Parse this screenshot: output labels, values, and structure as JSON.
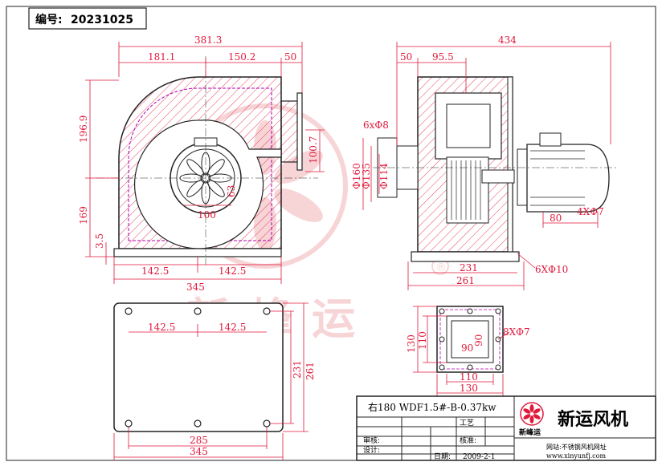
{
  "drawing_number": {
    "label": "编号:",
    "value": "20231025"
  },
  "side_view": {
    "dims": {
      "overall_width": "381.3",
      "inlet_left": "181.1",
      "inlet_right": "150.2",
      "flange": "50",
      "height_top": "196.9",
      "height_bottom": "169",
      "base_thickness": "3.5",
      "outlet_offset": "100.7",
      "motor_hub": "100",
      "hub_radius": "63",
      "base_half_left": "142.5",
      "base_half_right": "142.5",
      "base_width": "345"
    }
  },
  "front_view": {
    "dims": {
      "overall": "434",
      "flange": "50",
      "inlet_depth": "95.5",
      "bolt_holes": "6xΦ8",
      "d160": "Φ160",
      "d135": "Φ135",
      "d114": "Φ114",
      "motor_feet": "80",
      "motor_holes": "4XΦ7",
      "base_holes": "6XΦ10",
      "base_inner": "231",
      "base_outer": "261"
    }
  },
  "base_plan": {
    "dims": {
      "half_left": "142.5",
      "half_right": "142.5",
      "inner_depth": "231",
      "outer_depth": "261",
      "hole_spacing": "285",
      "width": "345"
    }
  },
  "outlet_flange": {
    "dims": {
      "outer_h": "130",
      "inner_h": "110",
      "opening_w": "90",
      "opening_h": "90",
      "holes": "8XΦ7",
      "inner_w": "110",
      "outer_w": "130"
    }
  },
  "watermark": {
    "text": "新峰运",
    "registered": "®"
  },
  "title_block": {
    "model": "右180 WDF1.5#-B-0.37kw",
    "process_label": "工艺",
    "review_label": "审核:",
    "approve_label": "核准:",
    "design_label": "设计:",
    "date_label": "日期:",
    "date": "2009-2-1",
    "company": "新运风机",
    "logo_text": "新峰运",
    "website_label": "网站:不锈钢风机网址",
    "website": "www.xinyunfj.com"
  },
  "colors": {
    "hatch": "#e0183a",
    "outline": "#222222",
    "dimension": "#e0183a",
    "watermark": "#f2b3b8"
  }
}
